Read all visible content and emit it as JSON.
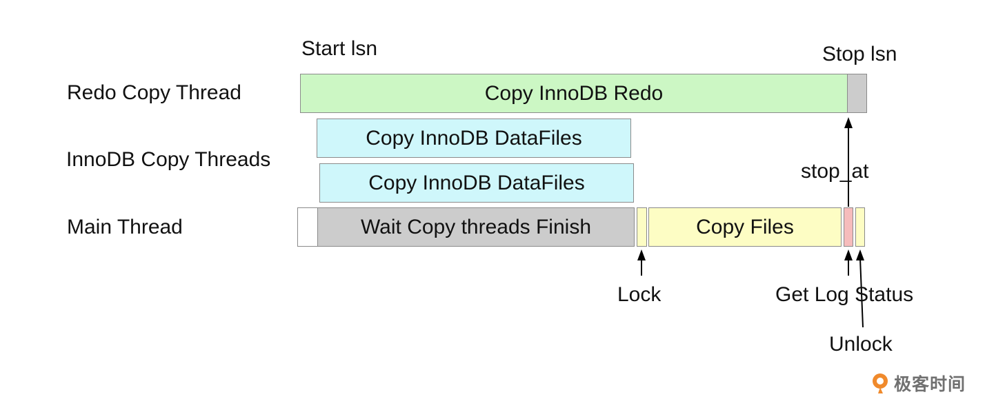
{
  "rows": {
    "redo": "Redo Copy Thread",
    "innodb": "InnoDB Copy Threads",
    "main": "Main Thread"
  },
  "markers": {
    "start_lsn": "Start lsn",
    "stop_lsn": "Stop lsn",
    "stop_at": "stop_at",
    "lock": "Lock",
    "get_log_status": "Get Log Status",
    "unlock": "Unlock"
  },
  "blocks": {
    "redo_copy": "Copy InnoDB Redo",
    "datafiles_1": "Copy InnoDB DataFiles",
    "datafiles_2": "Copy InnoDB DataFiles",
    "wait_finish": "Wait Copy threads Finish",
    "copy_files": "Copy Files"
  },
  "colors": {
    "green": "#ccf7c4",
    "cyan": "#cff7fb",
    "gray": "#cccccc",
    "yellow": "#fdfdc4",
    "pink": "#f6bcbc",
    "white": "#ffffff"
  },
  "watermark": {
    "text": "极客时间",
    "icon": "geektime-logo-icon"
  }
}
